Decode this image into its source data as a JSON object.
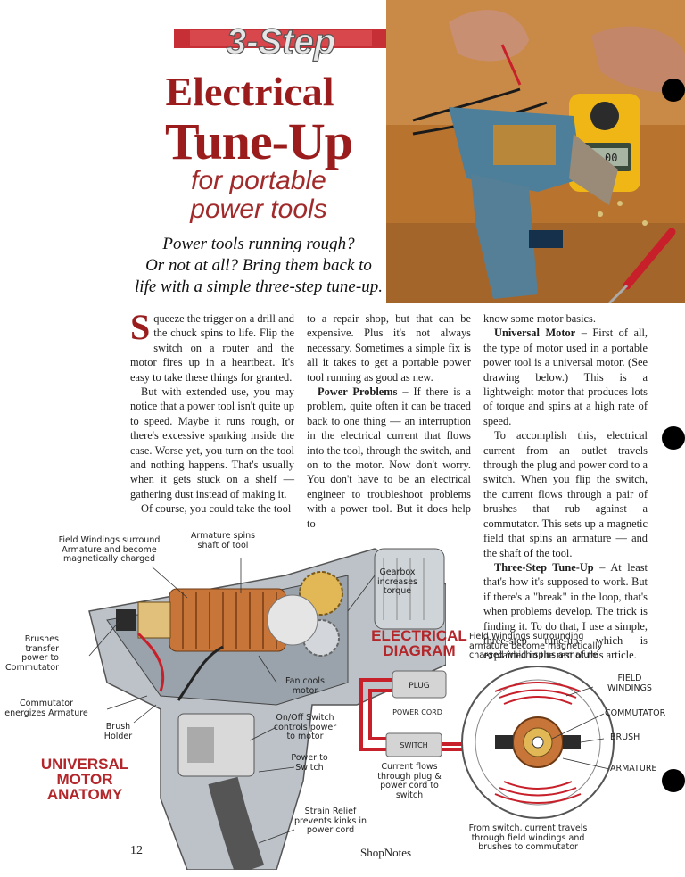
{
  "header": {
    "banner": "3-Step",
    "title_line1": "Electrical",
    "title_line2": "Tune-Up",
    "title_line3": "for portable",
    "title_line4": "power tools",
    "deck_line1": "Power tools running rough?",
    "deck_line2": "Or not at all? Bring them back to",
    "deck_line3": "life with a simple three-step tune-up."
  },
  "photo": {
    "multimeter_display": "0.00"
  },
  "article": {
    "col1": {
      "dropcap": "S",
      "p1": "queeze the trigger on a drill and the chuck spins to life. Flip the switch on a router and the motor fires up in a heartbeat. It's easy to take these things for granted.",
      "p2": "But with extended use, you may notice that a power tool isn't quite up to speed. Maybe it runs rough, or there's excessive sparking inside the case. Worse yet, you turn on the tool and nothing happens. That's usually when it gets stuck on a shelf — gathering dust instead of making it.",
      "p3": "Of course, you could take the tool"
    },
    "col2": {
      "p1": "to a repair shop, but that can be expensive. Plus it's not always necessary. Sometimes a simple fix is all it takes to get a portable power tool running as good as new.",
      "p2_head": "Power Problems",
      "p2": " – If there is a problem, quite often it can be traced back to one thing — an interruption in the electrical current that flows into the tool, through the switch, and on to the motor. Now don't worry. You don't have to be an electrical engineer to troubleshoot problems with a power tool. But it does help to"
    },
    "col3": {
      "p1": "know some motor basics.",
      "p2_head": "Universal Motor",
      "p2": " – First of all, the type of motor used in a portable power tool is a universal motor. (See drawing below.) This is a lightweight motor that produces lots of torque and spins at a high rate of speed.",
      "p3": "To accomplish this, electrical current from an outlet travels through the plug and power cord to a switch. When you flip the switch, the current flows through a pair of brushes that rub against a commutator. This sets up a magnetic field that spins an armature — and the shaft of the tool.",
      "p4_head": "Three-Step Tune-Up",
      "p4": " – At least that's how it's supposed to work. But if there's a \"break\" in the loop, that's when problems develop. The trick is finding it. To do that, I use a simple, three-step tune-up which is explained in the rest of this article."
    }
  },
  "anatomy": {
    "title_line1": "UNIVERSAL",
    "title_line2": "MOTOR",
    "title_line3": "ANATOMY",
    "labels": {
      "field_windings": "Field Windings surround Armature and become magnetically charged",
      "armature": "Armature spins shaft of tool",
      "gearbox": "Gearbox increases torque",
      "brushes": "Brushes transfer power to Commutator",
      "fan": "Fan cools motor",
      "commutator": "Commutator energizes Armature",
      "brush_holder": "Brush Holder",
      "switch": "On/Off Switch controls power to motor",
      "power_to_switch": "Power to Switch",
      "strain_relief": "Strain Relief prevents kinks in power cord"
    }
  },
  "diagram": {
    "title_line1": "ELECTRICAL",
    "title_line2": "DIAGRAM",
    "field_note": "Field Windings surrounding armature become magnetically charged which spins armature",
    "plug": "PLUG",
    "power_cord": "POWER CORD",
    "switch": "SWITCH",
    "current_note": "Current flows through plug & power cord to switch",
    "field_windings": "FIELD WINDINGS",
    "commutator": "COMMUTATOR",
    "brush": "BRUSH",
    "armature": "ARMATURE",
    "bottom_note": "From switch, current travels through field windings and brushes to commutator"
  },
  "footer": {
    "page_number": "12",
    "magazine": "ShopNotes"
  },
  "colors": {
    "accent": "#9b1c1c",
    "tool_body": "#4d7f9a",
    "wire_red": "#c8202a"
  }
}
